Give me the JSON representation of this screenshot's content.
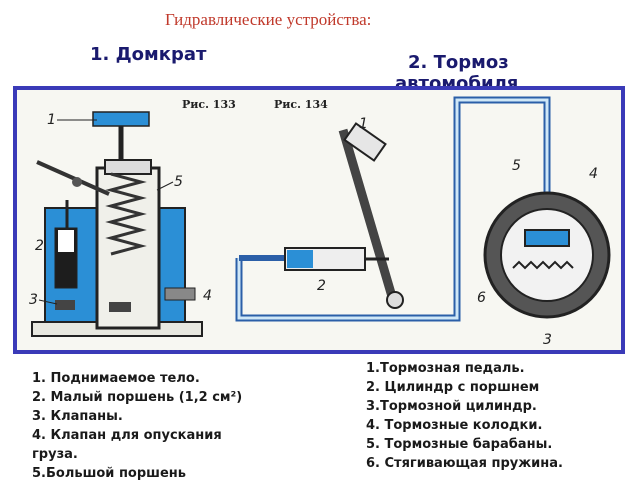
{
  "title": "Гидравлические устройства:",
  "section1_title": "1. Домкрат",
  "section2_title_line1": "2. Тормоз",
  "section2_title_line2": "автомобиля",
  "figures": {
    "fig1": "Рис. 133",
    "fig2": "Рис. 134"
  },
  "jack_callouts": [
    "1",
    "2",
    "3",
    "4",
    "5"
  ],
  "brake_callouts": [
    "1",
    "2",
    "3",
    "4",
    "5",
    "6"
  ],
  "jack_legend": [
    "1. Поднимаемое тело.",
    "2. Малый поршень (1,2 см²)",
    "3. Клапаны.",
    "4. Клапан для опускания",
    "груза.",
    "5.Большой поршень"
  ],
  "brake_legend": [
    "1.Тормозная педаль.",
    "2. Цилиндр с поршнем",
    "3.Тормозной цилиндр.",
    "4. Тормозные колодки.",
    " 5. Тормозные барабаны.",
    " 6. Стягивающая пружина."
  ],
  "colors": {
    "title": "#c0392b",
    "heading": "#1a1a6e",
    "frame": "#3a3ab8",
    "fluid": "#2b8fd6"
  }
}
